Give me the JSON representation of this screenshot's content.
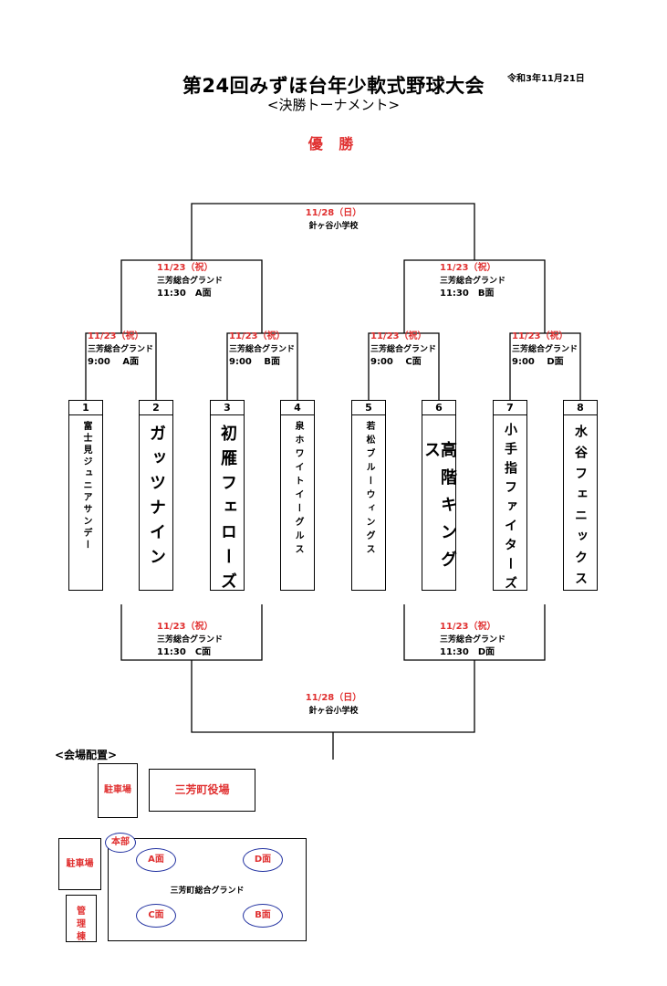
{
  "header": {
    "title": "第24回みずほ台年少軟式野球大会",
    "subtitle": "<決勝トーナメント>",
    "date": "令和3年11月21日",
    "champion": "優 勝"
  },
  "final_top": {
    "date": "11/28（日）",
    "venue": "針ヶ谷小学校"
  },
  "semis": [
    {
      "date": "11/23（祝）",
      "venue": "三芳総合グランド",
      "time": "11:30　A面"
    },
    {
      "date": "11/23（祝）",
      "venue": "三芳総合グランド",
      "time": "11:30　B面"
    }
  ],
  "quarters": [
    {
      "date": "11/23（祝）",
      "venue": "三芳総合グランド",
      "time": "9:00　 A面"
    },
    {
      "date": "11/23（祝）",
      "venue": "三芳総合グランド",
      "time": "9:00　 B面"
    },
    {
      "date": "11/23（祝）",
      "venue": "三芳総合グランド",
      "time": "9:00　 C面"
    },
    {
      "date": "11/23（祝）",
      "venue": "三芳総合グランド",
      "time": "9:00　 D面"
    }
  ],
  "teams": [
    {
      "number": "1",
      "name": "富士見ジュニアサンデー"
    },
    {
      "number": "2",
      "name": "ガッツナイン"
    },
    {
      "number": "3",
      "name": "初雁フェローズ"
    },
    {
      "number": "4",
      "name": "泉ホワイトイーグルス"
    },
    {
      "number": "5",
      "name": "若松ブルーウィングス"
    },
    {
      "number": "6",
      "name": "高階キングス"
    },
    {
      "number": "7",
      "name": "小手指ファイターズ"
    },
    {
      "number": "8",
      "name": "水谷フェニックス"
    }
  ],
  "consolation_semis": [
    {
      "date": "11/23（祝）",
      "venue": "三芳総合グランド",
      "time": "11:30　C面"
    },
    {
      "date": "11/23（祝）",
      "venue": "三芳総合グランド",
      "time": "11:30　D面"
    }
  ],
  "final_bottom": {
    "date": "11/28（日）",
    "venue": "針ヶ谷小学校"
  },
  "venue_map": {
    "heading": "<会場配置>",
    "parking_top": "駐車場",
    "town_office": "三芳町役場",
    "parking_left": "駐車場",
    "management": "管理棟",
    "headquarters": "本部",
    "ground": "三芳町総合グランド",
    "fields": [
      "A面",
      "D面",
      "C面",
      "B面"
    ]
  }
}
